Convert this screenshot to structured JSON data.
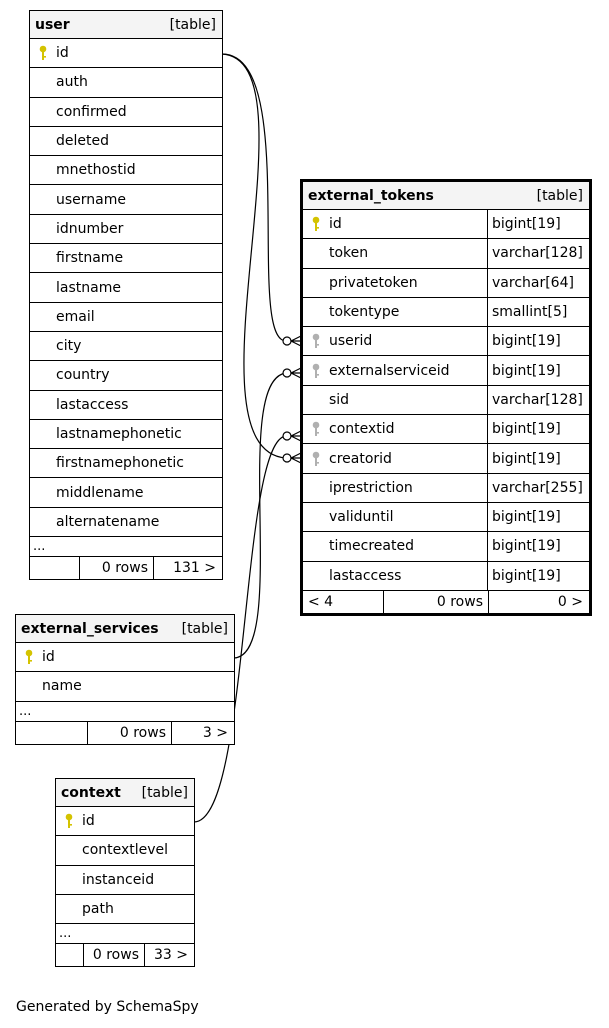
{
  "tables": {
    "user": {
      "name": "user",
      "kind": "[table]",
      "columns": [
        "id",
        "auth",
        "confirmed",
        "deleted",
        "mnethostid",
        "username",
        "idnumber",
        "firstname",
        "lastname",
        "email",
        "city",
        "country",
        "lastaccess",
        "lastnamephonetic",
        "firstnamephonetic",
        "middlename",
        "alternatename"
      ],
      "ellipsis": "...",
      "footer": {
        "left": "",
        "rows": "0 rows",
        "right": "131 >"
      }
    },
    "external_tokens": {
      "name": "external_tokens",
      "kind": "[table]",
      "columns": [
        {
          "name": "id",
          "type": "bigint[19]"
        },
        {
          "name": "token",
          "type": "varchar[128]"
        },
        {
          "name": "privatetoken",
          "type": "varchar[64]"
        },
        {
          "name": "tokentype",
          "type": "smallint[5]"
        },
        {
          "name": "userid",
          "type": "bigint[19]"
        },
        {
          "name": "externalserviceid",
          "type": "bigint[19]"
        },
        {
          "name": "sid",
          "type": "varchar[128]"
        },
        {
          "name": "contextid",
          "type": "bigint[19]"
        },
        {
          "name": "creatorid",
          "type": "bigint[19]"
        },
        {
          "name": "iprestriction",
          "type": "varchar[255]"
        },
        {
          "name": "validuntil",
          "type": "bigint[19]"
        },
        {
          "name": "timecreated",
          "type": "bigint[19]"
        },
        {
          "name": "lastaccess",
          "type": "bigint[19]"
        }
      ],
      "footer": {
        "left": "< 4",
        "rows": "0 rows",
        "right": "0 >"
      }
    },
    "external_services": {
      "name": "external_services",
      "kind": "[table]",
      "columns": [
        "id",
        "name"
      ],
      "ellipsis": "...",
      "footer": {
        "left": "",
        "rows": "0 rows",
        "right": "3 >"
      }
    },
    "context": {
      "name": "context",
      "kind": "[table]",
      "columns": [
        "id",
        "contextlevel",
        "instanceid",
        "path"
      ],
      "ellipsis": "...",
      "footer": {
        "left": "",
        "rows": "0 rows",
        "right": "33 >"
      }
    }
  },
  "icons": {
    "primary_key": "gold-key-icon",
    "foreign_key": "gray-key-icon",
    "primary_key_color": "#d4c300",
    "foreign_key_color": "#b0b0b0"
  },
  "caption": "Generated by SchemaSpy"
}
